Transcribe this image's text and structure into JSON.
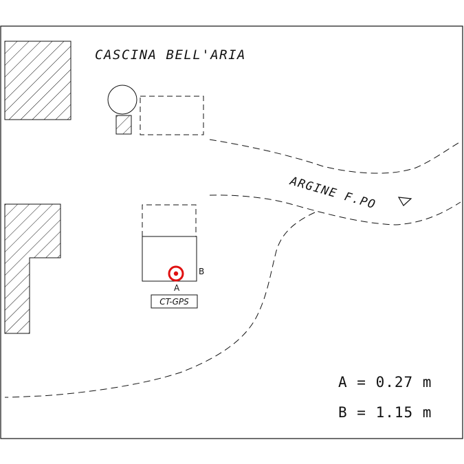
{
  "map": {
    "place_name": "CASCINA BELL'ARIA",
    "levee_name": "ARGINE F.PO",
    "station_label": "CT-GPS",
    "point_a_label": "A",
    "point_b_label": "B",
    "measurements": [
      {
        "text": "A = 0.27 m"
      },
      {
        "text": "B = 1.15 m"
      }
    ],
    "colors": {
      "line": "#111111",
      "marker": "#e01010",
      "background": "#ffffff"
    },
    "icons": {
      "station_marker": "target-marker-icon",
      "levee_direction": "triangle-down-icon"
    }
  }
}
